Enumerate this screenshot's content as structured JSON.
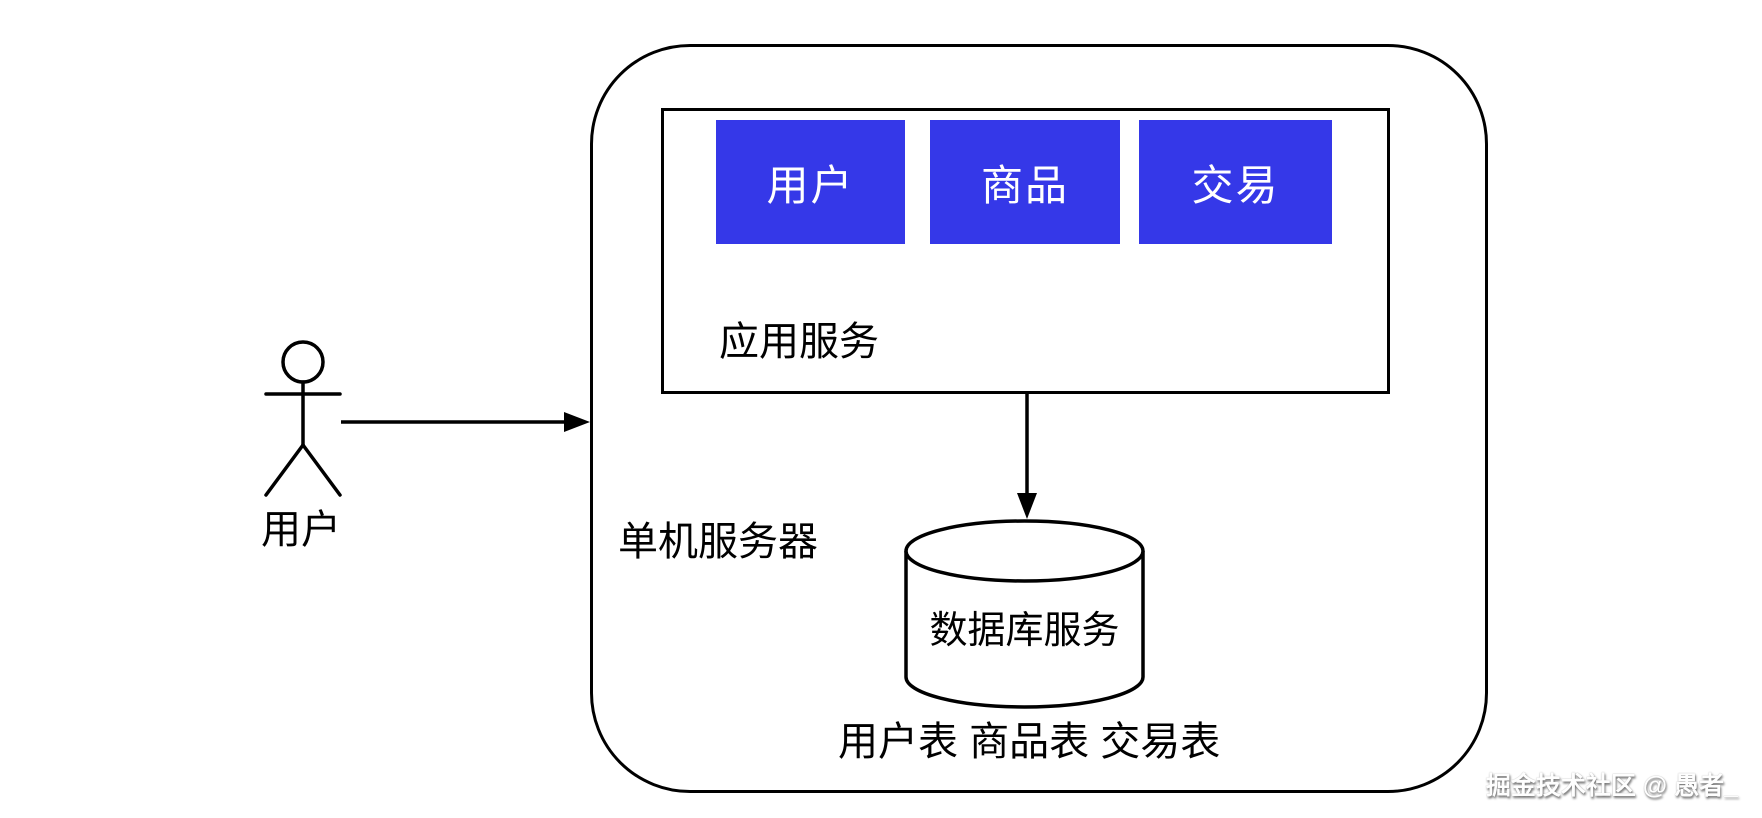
{
  "diagram": {
    "title_context": "single-server architecture diagram",
    "actor": {
      "label": "用户"
    },
    "server": {
      "label": "单机服务器",
      "app_service": {
        "label": "应用服务",
        "modules": [
          {
            "label": "用户"
          },
          {
            "label": "商品"
          },
          {
            "label": "交易"
          }
        ]
      },
      "database": {
        "label": "数据库服务"
      },
      "tables_label": "用户表 商品表 交易表"
    },
    "colors": {
      "module_fill": "#3538e8",
      "module_text": "#ffffff",
      "stroke": "#000000",
      "background": "#ffffff"
    }
  },
  "watermark": {
    "text": "掘金技术社区 @ 愚者_"
  }
}
